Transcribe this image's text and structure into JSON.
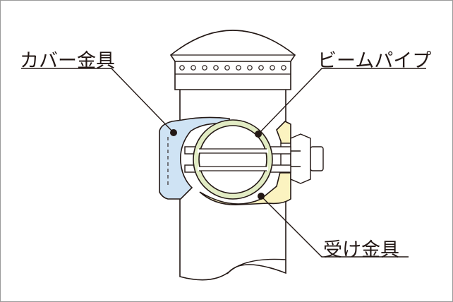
{
  "labels": {
    "cover": "カバー金具",
    "beam_pipe": "ビームパイプ",
    "receiver": "受け金具"
  },
  "colors": {
    "cover_fill": "#cfe3f4",
    "receiver_fill": "#fbf3c0",
    "pipe_ring_fill": "#e2ecc4",
    "outline": "#231815",
    "frame": "#9a9a9a"
  }
}
